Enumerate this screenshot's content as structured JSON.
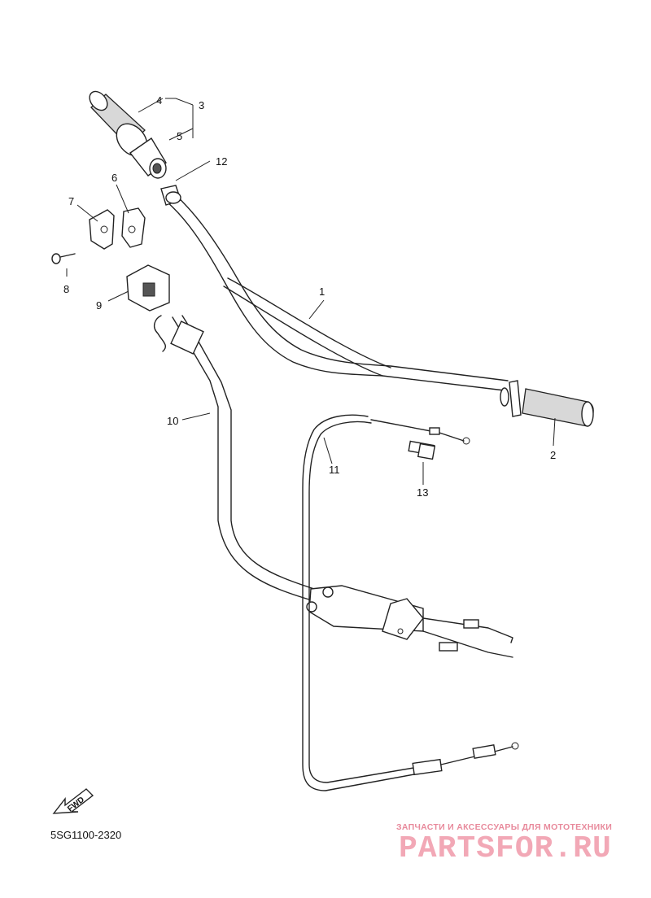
{
  "diagram": {
    "reference_code": "5SG1100-2320",
    "direction_label": "FWD",
    "watermark": {
      "tagline": "ЗАПЧАСТИ И АКСЕССУАРЫ ДЛЯ МОТОТЕХНИКИ",
      "brand": "PARTSFOR.RU"
    },
    "part_numbers": {
      "p1": "1",
      "p2": "2",
      "p3": "3",
      "p4": "4",
      "p5": "5",
      "p6": "6",
      "p7": "7",
      "p8": "8",
      "p9": "9",
      "p10": "10",
      "p11": "11",
      "p12": "12",
      "p13": "13"
    }
  }
}
